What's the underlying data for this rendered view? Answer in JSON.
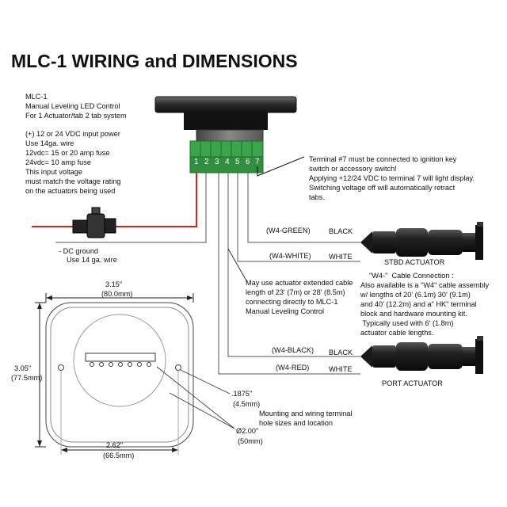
{
  "title": "MLC-1 WIRING and DIMENSIONS",
  "power_notes": {
    "device": "MLC-1",
    "description": "Manual Leveling LED Control",
    "system": "For 1 Actuator/tab 2 tab system",
    "input_power": "(+) 12 or 24 VDC input power",
    "wire": "Use 14ga. wire",
    "fuse_12v": "12vdc= 15 or 20 amp fuse",
    "fuse_24v": "24vdc= 10 amp fuse",
    "voltage_note_1": "This input voltage",
    "voltage_note_2": "must match the voltage rating",
    "voltage_note_3": "on the actuators being used"
  },
  "terminal_numbers": [
    "1",
    "2",
    "3",
    "4",
    "5",
    "6",
    "7"
  ],
  "ignition_note": {
    "line1": "Terminal #7 must be connected to ignition key",
    "line2": "switch or accessory switch!",
    "line3": "Applying +12/24 VDC to terminal 7 will light display.",
    "line4": "Switching voltage off will automatically retract",
    "line5": "tabs."
  },
  "ground_note": {
    "line1": "- DC ground",
    "line2": "Use 14 ga. wire"
  },
  "wires": [
    {
      "code": "(W4-GREEN)",
      "color": "BLACK"
    },
    {
      "code": "(W4-WHITE)",
      "color": "WHITE"
    },
    {
      "code": "(W4-BLACK)",
      "color": "BLACK"
    },
    {
      "code": "(W4-RED)",
      "color": "WHITE"
    }
  ],
  "actuators": {
    "stbd": "STBD ACTUATOR",
    "port": "PORT ACTUATOR"
  },
  "cable_length_note": {
    "line1": "May use actuator extended  cable",
    "line2": "length of 23' (7m) or 28' (8.5m)",
    "line3": "connecting directly to MLC-1",
    "line4": "Manual Leveling Control"
  },
  "w4_note": {
    "line1": "\"W4-\"  Cable Connection :",
    "line2": "Also available is a \"W4\" cable assembly",
    "line3": "w/ lengths of 20' (6.1m) 30' (9.1m)",
    "line4": "and 40' (12.2m) and a\" HK\" terminal",
    "line5": "block and hardware mounting kit.",
    "line6": " Typically used with 6' (1.8m)",
    "line7": "actuator cable lengths."
  },
  "dimensions": {
    "width_in": "3.15\"",
    "width_mm": "(80.0mm)",
    "height_in": "3.05\"",
    "height_mm": "(77.5mm)",
    "hole_spacing_in": "2.62\"",
    "hole_spacing_mm": "(66.5mm)",
    "hole_dia_in": ".1875\"",
    "hole_dia_mm": "(4.5mm)",
    "mount_note_1": "Mounting and wiring terminal",
    "mount_note_2": "hole sizes and location",
    "cutout_dia_in": "Ø2.00\"",
    "cutout_dia_mm": "(50mm)"
  },
  "colors": {
    "power_wire": "#e0201c",
    "terminal_block": "#3aa64a",
    "actuator_body": "#1a1a1a"
  }
}
